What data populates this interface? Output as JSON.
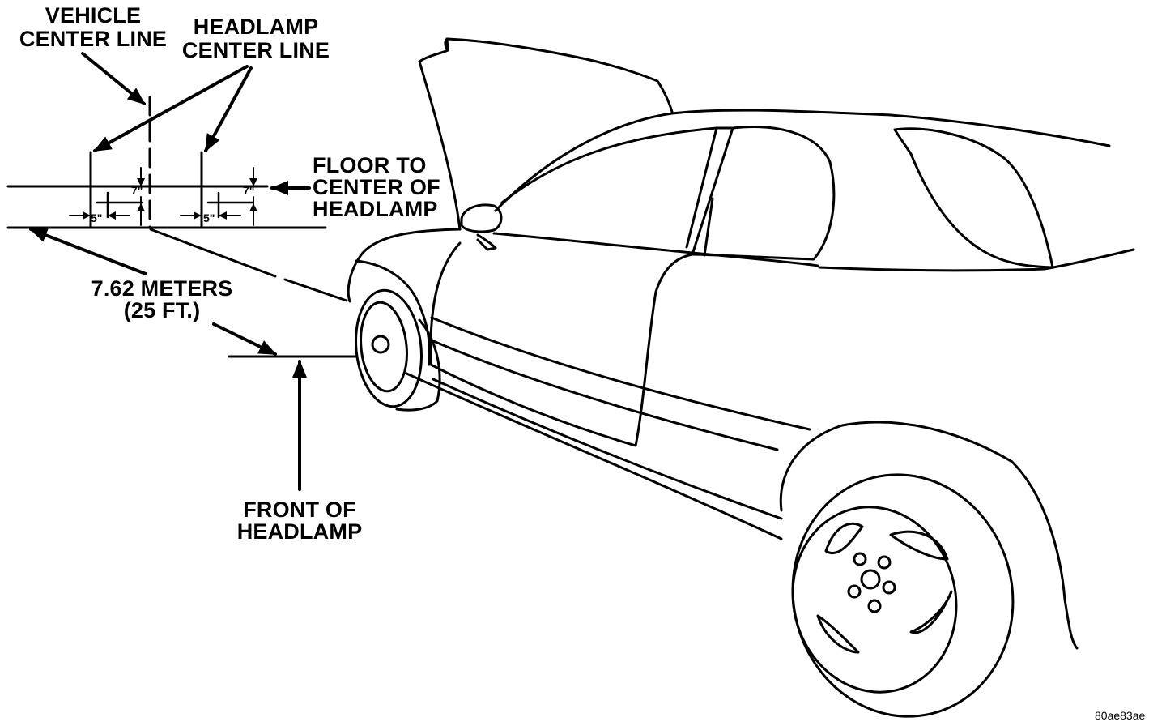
{
  "labels": {
    "vehicle_center_line": [
      "VEHICLE",
      "CENTER LINE"
    ],
    "headlamp_center_line": [
      "HEADLAMP",
      "CENTER LINE"
    ],
    "floor_to_center": [
      "FLOOR TO",
      "CENTER OF",
      "HEADLAMP"
    ],
    "distance": [
      "7.62 METERS",
      "(25 FT.)"
    ],
    "front_of_headlamp": [
      "FRONT OF",
      "HEADLAMP"
    ],
    "dim_horizontal": "5\"",
    "dim_vertical": "7\"",
    "figure_id": "80ae83ae"
  }
}
